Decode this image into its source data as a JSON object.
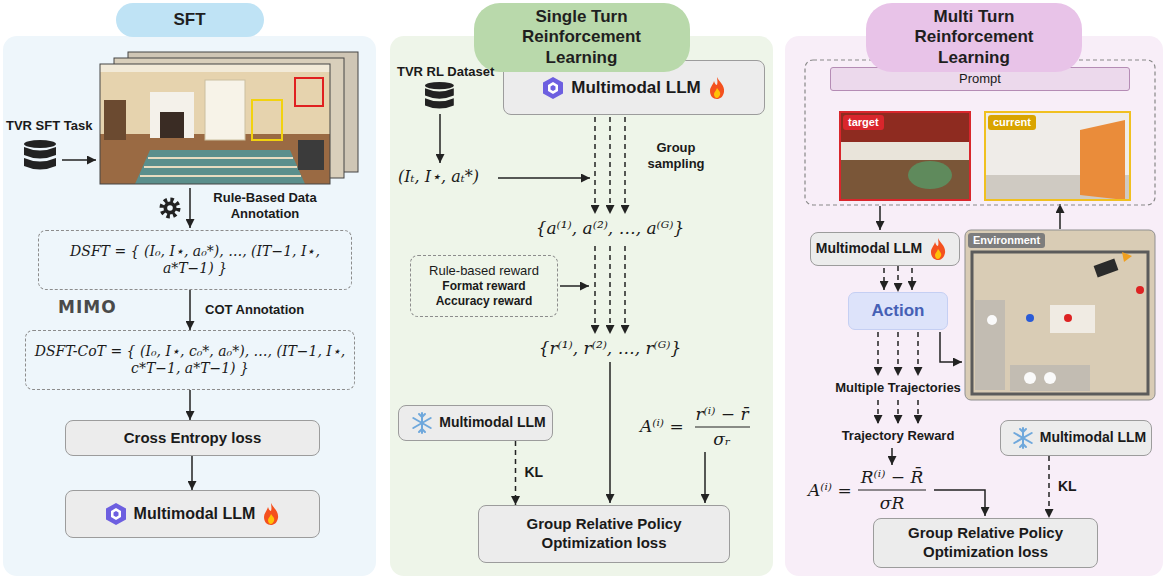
{
  "diagram": {
    "nodes": [
      {
        "text": [
          "SFT"
        ]
      },
      {
        "text": [
          "DSFT = { (I₀, I⋆, a₀*), …, (IT−1, I⋆, a*T−1) }"
        ],
        "in": 0
      },
      {
        "text": [
          "DSFT-CoT = { (I₀, I⋆, c₀*, a₀*), …, (IT−1, I⋆, c*T−1, a*T−1) }"
        ],
        "in": 0
      },
      {
        "text": [
          "Cross Entropy loss"
        ],
        "in": 0
      },
      {
        "text": [
          "Multimodal LLM"
        ],
        "in": 0
      },
      {
        "text": [
          "Single Turn Reinforcement Learning"
        ]
      },
      {
        "text": [
          "Multimodal LLM"
        ],
        "in": 5
      },
      {
        "text": [
          "Rule-based reward",
          "Format reward",
          "Accuracy reward"
        ],
        "in": 5
      },
      {
        "text": [
          "Multimodal LLM"
        ],
        "in": 5
      },
      {
        "text": [
          "Group Relative Policy Optimization loss"
        ],
        "in": 5
      },
      {
        "text": [
          "Multi Turn Reinforcement Learning"
        ]
      },
      {
        "text": [
          "Prompt"
        ],
        "in": 10
      },
      {
        "text": [
          "Multimodal LLM"
        ],
        "in": 10
      },
      {
        "text": [
          "Action"
        ],
        "in": 10
      },
      {
        "text": [
          "Multimodal LLM"
        ],
        "in": 10
      },
      {
        "text": [
          "Group Relative Policy Optimization loss"
        ],
        "in": 10
      }
    ],
    "edges": [
      {
        "from": 1,
        "to": 2,
        "arrow": "to"
      },
      {
        "from": 2,
        "to": 3,
        "arrow": "to"
      },
      {
        "from": 3,
        "to": 4,
        "arrow": "to"
      },
      {
        "from": 8,
        "to": 9,
        "arrow": "to",
        "label": "KL"
      },
      {
        "from": 12,
        "to": 13,
        "arrow": "to"
      },
      {
        "from": 14,
        "to": 15,
        "arrow": "to",
        "label": "KL"
      }
    ],
    "labels": [
      "TVR SFT Task",
      "Rule-Based Data Annotation",
      "MIMO",
      "COT Annotation",
      "TVR RL Dataset",
      "(Iₜ, I⋆, aₜ*)",
      "Group sampling",
      "{a⁽¹⁾, a⁽²⁾, …, a⁽ᴳ⁾}",
      "{r⁽¹⁾, r⁽²⁾, …, r⁽ᴳ⁾}",
      "A⁽ⁱ⁾ =",
      "r⁽ⁱ⁾ − r̄",
      "σᵣ",
      "target",
      "current",
      "Environment",
      "Multiple Trajectories",
      "Trajectory Reward",
      "A⁽ⁱ⁾ =",
      "R⁽ⁱ⁾ − R̄",
      "σR"
    ]
  }
}
